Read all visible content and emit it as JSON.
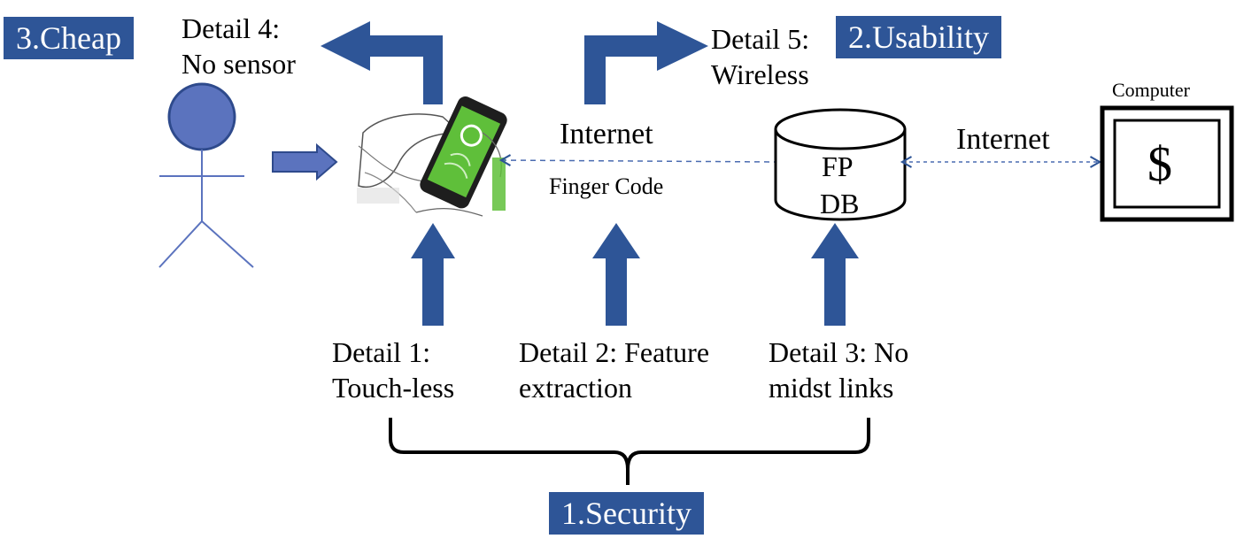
{
  "categories": {
    "cheap": "3.Cheap",
    "usability": "2.Usability",
    "security": "1.Security"
  },
  "details": {
    "d4_line1": "Detail 4:",
    "d4_line2": "No sensor",
    "d5_line1": "Detail 5:",
    "d5_line2": "Wireless",
    "d1_line1": "Detail 1:",
    "d1_line2": "Touch-less",
    "d2_line1": "Detail 2: Feature",
    "d2_line2": "extraction",
    "d3_line1": "Detail 3: No",
    "d3_line2": "midst links"
  },
  "labels": {
    "internet_left": "Internet",
    "finger_code": "Finger Code",
    "internet_right": "Internet",
    "computer": "Computer",
    "db_line1": "FP",
    "db_line2": "DB",
    "dollar": "$"
  },
  "colors": {
    "arrow": "#2e5597",
    "tag_bg": "#2e5597",
    "person_fill": "#5b73be",
    "person_stroke": "#2e4a8c",
    "phone_green": "#5fbf3a"
  },
  "icons": {
    "person": "stick-figure-icon",
    "phone": "smartphone-in-hand-icon",
    "database": "database-cylinder-icon",
    "computer": "computer-monitor-icon"
  }
}
